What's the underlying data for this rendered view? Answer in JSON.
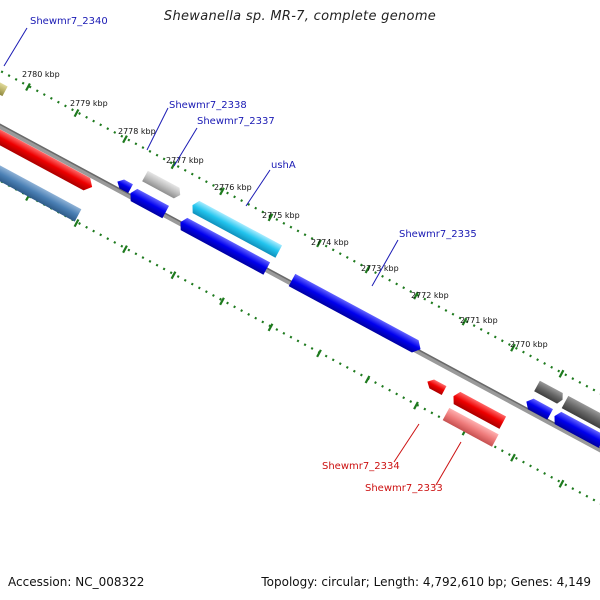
{
  "title": "Shewanella sp. MR-7, complete genome",
  "footer": {
    "accession": "Accession: NC_008322",
    "summary": "Topology: circular; Length: 4,792,610 bp; Genes: 4,149"
  },
  "colors": {
    "blue_label": "#1a1ab4",
    "red_label": "#cc1111",
    "backbone": "#7f7f7f",
    "tick": "#1e7a1e"
  },
  "ticks": [
    {
      "label": "2780 kbp"
    },
    {
      "label": "2779 kbp"
    },
    {
      "label": "2778 kbp"
    },
    {
      "label": "2777 kbp"
    },
    {
      "label": "2776 kbp"
    },
    {
      "label": "2775 kbp"
    },
    {
      "label": "2774 kbp"
    },
    {
      "label": "2773 kbp"
    },
    {
      "label": "2772 kbp"
    },
    {
      "label": "2771 kbp"
    },
    {
      "label": "2770 kbp"
    }
  ],
  "gene_labels": [
    {
      "text": "Shewmr7_2340",
      "color": "#1a1ab4"
    },
    {
      "text": "Shewmr7_2338",
      "color": "#1a1ab4"
    },
    {
      "text": "Shewmr7_2337",
      "color": "#1a1ab4"
    },
    {
      "text": "ushA",
      "color": "#1a1ab4"
    },
    {
      "text": "Shewmr7_2335",
      "color": "#1a1ab4"
    },
    {
      "text": "Shewmr7_2334",
      "color": "#cc1111"
    },
    {
      "text": "Shewmr7_2333",
      "color": "#cc1111"
    }
  ]
}
